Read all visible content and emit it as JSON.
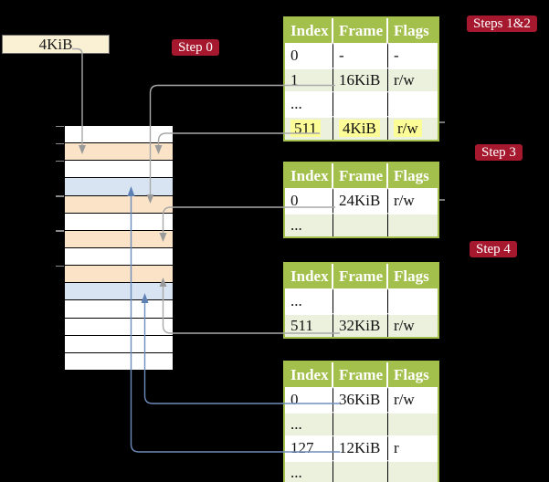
{
  "title": "Multi-level page table walk into physical memory frames",
  "free_frame_box": {
    "label": "4KiB"
  },
  "badges": [
    {
      "id": "step-0",
      "label": "Step 0"
    },
    {
      "id": "steps-1-2",
      "label": "Steps 1&2"
    },
    {
      "id": "step-3",
      "label": "Step 3"
    },
    {
      "id": "step-4",
      "label": "Step 4"
    }
  ],
  "memory": {
    "rows": [
      "free",
      "pagetable",
      "free",
      "data",
      "pagetable",
      "free",
      "pagetable",
      "free",
      "pagetable",
      "data",
      "free",
      "free",
      "free",
      "free"
    ],
    "tick_rows": [
      0,
      1,
      2,
      4,
      6,
      8
    ]
  },
  "tables": [
    {
      "name": "page-table-top-level",
      "headers": [
        "Index",
        "Frame",
        "Flags"
      ],
      "rows": [
        {
          "cells": [
            "0",
            "-",
            "-"
          ],
          "shaded": false,
          "highlight": false
        },
        {
          "cells": [
            "1",
            "16KiB",
            "r/w"
          ],
          "shaded": true,
          "highlight": false
        },
        {
          "cells": [
            "...",
            "",
            ""
          ],
          "shaded": false,
          "highlight": false
        },
        {
          "cells": [
            "511",
            "4KiB",
            "r/w"
          ],
          "shaded": true,
          "highlight": true
        }
      ]
    },
    {
      "name": "page-table-16kib",
      "headers": [
        "Index",
        "Frame",
        "Flags"
      ],
      "rows": [
        {
          "cells": [
            "0",
            "24KiB",
            "r/w"
          ],
          "shaded": false,
          "highlight": false
        },
        {
          "cells": [
            "...",
            "",
            ""
          ],
          "shaded": true,
          "highlight": false
        }
      ]
    },
    {
      "name": "page-table-24kib",
      "headers": [
        "Index",
        "Frame",
        "Flags"
      ],
      "rows": [
        {
          "cells": [
            "...",
            "",
            ""
          ],
          "shaded": false,
          "highlight": false
        },
        {
          "cells": [
            "511",
            "32KiB",
            "r/w"
          ],
          "shaded": true,
          "highlight": false
        }
      ]
    },
    {
      "name": "page-table-32kib",
      "headers": [
        "Index",
        "Frame",
        "Flags"
      ],
      "rows": [
        {
          "cells": [
            "0",
            "36KiB",
            "r/w"
          ],
          "shaded": false,
          "highlight": false
        },
        {
          "cells": [
            "...",
            "",
            ""
          ],
          "shaded": true,
          "highlight": false
        },
        {
          "cells": [
            "127",
            "12KiB",
            "r"
          ],
          "shaded": false,
          "highlight": false
        },
        {
          "cells": [
            "...",
            "",
            ""
          ],
          "shaded": true,
          "highlight": false
        }
      ]
    }
  ],
  "connectors": [
    {
      "from": "free-frame-box-4KiB",
      "to": "memory-frame-4KiB",
      "color": "gray"
    },
    {
      "from": "table1-entry-1",
      "to": "memory-frame-16KiB",
      "color": "gray"
    },
    {
      "from": "table1-entry-511",
      "to": "memory-frame-4KiB",
      "color": "gray"
    },
    {
      "from": "table2-entry-0",
      "to": "memory-frame-24KiB",
      "color": "gray"
    },
    {
      "from": "table3-entry-511",
      "to": "memory-frame-32KiB",
      "color": "gray"
    },
    {
      "from": "table4-entry-0",
      "to": "memory-frame-36KiB",
      "color": "blue"
    },
    {
      "from": "table4-entry-127",
      "to": "memory-frame-12KiB",
      "color": "blue"
    }
  ],
  "colors": {
    "bg": "#000000",
    "cream": "#faf0d3",
    "cream-border": "#6b6b6b",
    "peach": "#fbe3c8",
    "lightblue": "#d8e4f2",
    "green": "#a3c04c",
    "greenlight": "#ecf1de",
    "red": "#a5182e",
    "yellow": "#fdfd97",
    "grayline": "#a9a9a9",
    "grayarrow": "#9a9a9a",
    "blueline": "#6d8ebd",
    "bluearrow": "#5e81b5"
  }
}
